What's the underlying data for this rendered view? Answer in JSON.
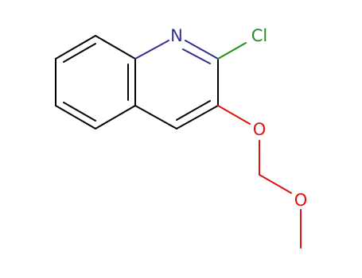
{
  "molecule": {
    "atoms": {
      "nitrogen": {
        "label": "N",
        "color": "#2f2f8f"
      },
      "chlorine": {
        "label": "Cl",
        "color": "#1f8f1f"
      },
      "oxygen_ether": {
        "label": "O",
        "color": "#e01010"
      },
      "oxygen_methoxy": {
        "label": "O",
        "color": "#e01010"
      }
    },
    "bond_color": "#000000"
  }
}
